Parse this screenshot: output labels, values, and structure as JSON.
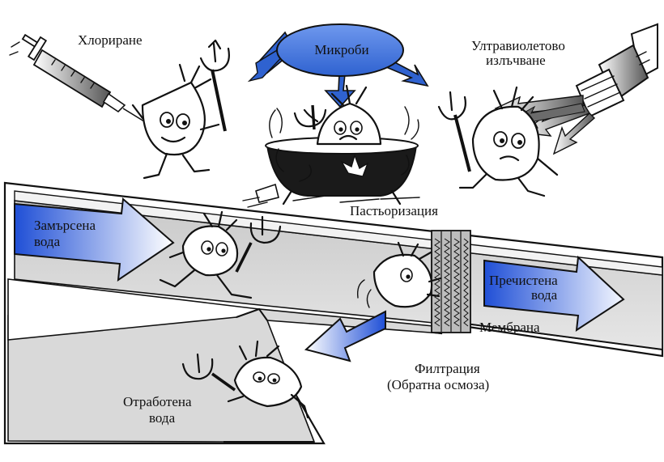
{
  "labels": {
    "chlorination": "Хлориране",
    "microbes": "Микроби",
    "uv_line1": "Ултравиолетово",
    "uv_line2": "излъчване",
    "pasteurization": "Пастьоризация",
    "polluted_line1": "Замърсена",
    "polluted_line2": "вода",
    "purified_line1": "Пречистена",
    "purified_line2": "вода",
    "membrane": "Мембрана",
    "filtration_line1": "Филтрация",
    "filtration_line2": "(Обратна осмоза)",
    "waste_line1": "Отработена",
    "waste_line2": "вода"
  },
  "colors": {
    "arrow_blue_dark": "#1f4fd6",
    "arrow_blue_light": "#ffffff",
    "cloud_blue": "#4a7be0",
    "pipe_gray": "#d6d6d6",
    "ink": "#111111"
  },
  "icons": [
    "syringe-icon",
    "uv-lamp-icon",
    "cauldron-icon",
    "trident-icon",
    "microbe-icon"
  ]
}
